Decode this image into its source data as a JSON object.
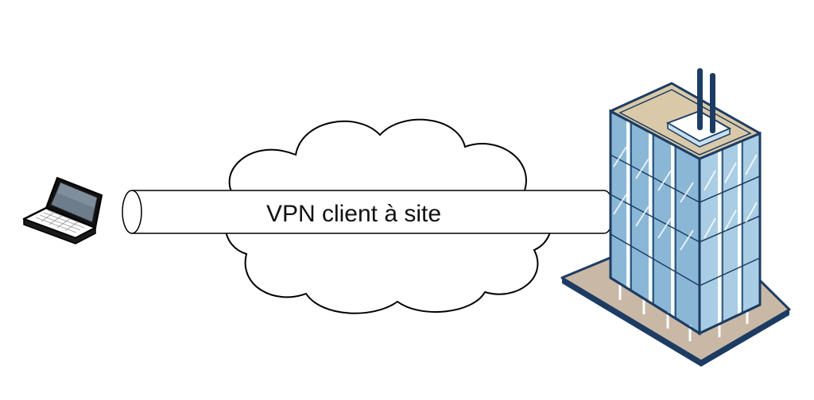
{
  "tunnel": {
    "label": "VPN client à site"
  },
  "nodes": [
    {
      "role": "client",
      "icon": "laptop-icon"
    },
    {
      "role": "site",
      "icon": "office-building-icon"
    }
  ],
  "network": {
    "icon": "cloud-icon"
  },
  "colors": {
    "line": "#000000",
    "building_dark": "#1d3c63",
    "building_glass": "#8ab7d6",
    "building_glass_light": "#c8e0ef",
    "roof": "#d9c9a8",
    "base": "#c9b8a6",
    "screen": "#6d7d8c"
  }
}
